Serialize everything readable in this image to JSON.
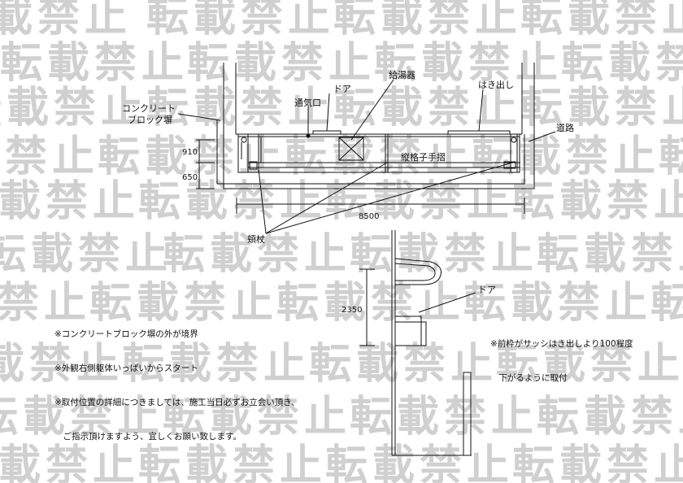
{
  "watermark": {
    "text": "転載禁止"
  },
  "plan": {
    "labels": {
      "concrete_wall": [
        "コンクリート",
        "ブロック塀"
      ],
      "vent": "通気口",
      "door": "ドア",
      "water_heater": "給湯器",
      "overhang": "はき出し",
      "road": "道路",
      "handrail": "縦格子手摺",
      "post": "頬杖"
    },
    "dimensions": {
      "d910": "910",
      "d650": "650",
      "d8500": "8500"
    }
  },
  "section": {
    "labels": {
      "door": "ドア"
    },
    "dimensions": {
      "d2350": "2350"
    }
  },
  "notes_left": [
    "※コンクリートブロック塀の外が境界",
    "※外観右側躯体いっぱいからスタート",
    "※取付位置の詳細につきましては、施工当日必ずお立会い頂き、",
    "　ご指示頂けますよう、宜しくお願い致します。"
  ],
  "notes_right": [
    "※前枠がサッシはき出しより100程度",
    "　下がるように取付"
  ]
}
